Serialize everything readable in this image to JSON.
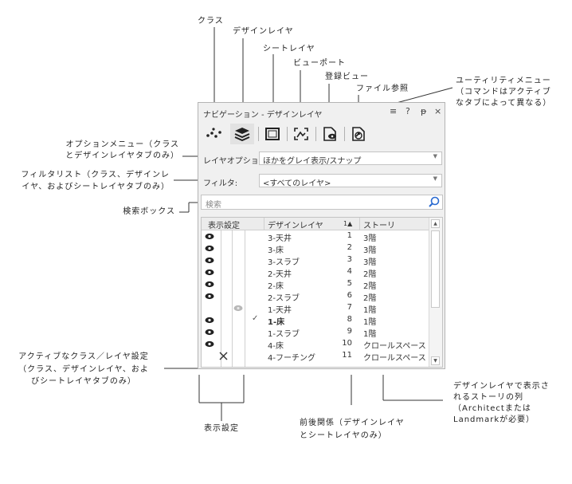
{
  "callouts": {
    "class": "クラス",
    "design_layer": "デザインレイヤ",
    "sheet_layer": "シートレイヤ",
    "viewport": "ビューポート",
    "saved_view": "登録ビュー",
    "file_ref": "ファイル参照",
    "utility_menu": "ユーティリティメニュー",
    "utility_menu_note1": "（コマンドはアクティブ",
    "utility_menu_note2": "なタブによって異なる）",
    "option_menu1": "オプションメニュー（クラス",
    "option_menu2": "とデザインレイヤタブのみ）",
    "filter_list1": "フィルタリスト（クラス、デザインレ",
    "filter_list2": "イヤ、およびシートレイヤタブのみ）",
    "search_box": "検索ボックス",
    "active_set1": "アクティブなクラス／レイヤ設定",
    "active_set2": "（クラス、デザインレイヤ、およ",
    "active_set3": "びシートレイヤタブのみ）",
    "visibility": "表示設定",
    "stacking1": "前後関係（デザインレイヤ",
    "stacking2": "とシートレイヤのみ）",
    "story_col1": "デザインレイヤで表示さ",
    "story_col2": "れるストーリの列",
    "story_col3": "（Architectまたは",
    "story_col4": "Landmarkが必要）"
  },
  "panel": {
    "title": "ナビゲーション - デザインレイヤ",
    "buttons": {
      "menu": "≡",
      "help": "?",
      "pin": "ᵽ",
      "close": "×"
    },
    "tabs": [
      "class-icon",
      "design-layer-icon",
      "sheet-layer-icon",
      "viewport-icon",
      "saved-view-icon",
      "file-ref-icon"
    ],
    "layer_option_label": "レイヤオプション:",
    "layer_option_value": "ほかをグレイ表示/スナップ",
    "filter_label": "フィルタ:",
    "filter_value": "<すべてのレイヤ>",
    "search_placeholder": "検索",
    "columns": {
      "visibility": "表示設定",
      "layer": "デザインレイヤ",
      "stack": "1▲",
      "story": "ストーリ"
    },
    "rows": [
      {
        "eye": true,
        "gray": false,
        "check": false,
        "x": false,
        "layer": "3-天井",
        "stack": "1",
        "story": "3階"
      },
      {
        "eye": true,
        "gray": false,
        "check": false,
        "x": false,
        "layer": "3-床",
        "stack": "2",
        "story": "3階"
      },
      {
        "eye": true,
        "gray": false,
        "check": false,
        "x": false,
        "layer": "3-スラブ",
        "stack": "3",
        "story": "3階"
      },
      {
        "eye": true,
        "gray": false,
        "check": false,
        "x": false,
        "layer": "2-天井",
        "stack": "4",
        "story": "2階"
      },
      {
        "eye": true,
        "gray": false,
        "check": false,
        "x": false,
        "layer": "2-床",
        "stack": "5",
        "story": "2階"
      },
      {
        "eye": true,
        "gray": false,
        "check": false,
        "x": false,
        "layer": "2-スラブ",
        "stack": "6",
        "story": "2階"
      },
      {
        "eye": false,
        "gray": true,
        "check": false,
        "x": false,
        "layer": "1-天井",
        "stack": "7",
        "story": "1階"
      },
      {
        "eye": true,
        "gray": false,
        "check": true,
        "x": false,
        "layer": "1-床",
        "stack": "8",
        "story": "1階",
        "bold": true
      },
      {
        "eye": true,
        "gray": false,
        "check": false,
        "x": false,
        "layer": "1-スラブ",
        "stack": "9",
        "story": "1階"
      },
      {
        "eye": true,
        "gray": false,
        "check": false,
        "x": false,
        "layer": "4-床",
        "stack": "10",
        "story": "クロールスペース"
      },
      {
        "eye": false,
        "gray": false,
        "check": false,
        "x": true,
        "layer": "4-フーチング",
        "stack": "11",
        "story": "クロールスペース"
      }
    ]
  }
}
